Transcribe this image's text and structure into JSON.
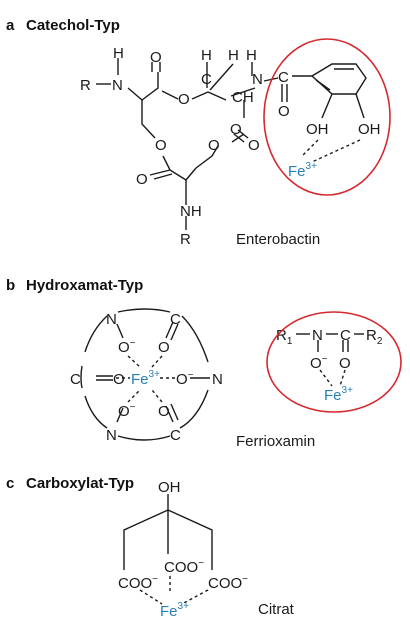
{
  "sections": [
    {
      "letter": "a",
      "title": "Catechol-Typ",
      "caption": "Enterobactin"
    },
    {
      "letter": "b",
      "title": "Hydroxamat-Typ",
      "caption": "Ferrioxamin"
    },
    {
      "letter": "c",
      "title": "Carboxylat-Typ",
      "caption": "Citrat"
    }
  ],
  "atoms": {
    "H": "H",
    "R": "R",
    "N": "N",
    "O": "O",
    "C": "C",
    "NH": "NH",
    "OH": "OH",
    "Fe": "Fe",
    "Fe_charge": "3+",
    "O_minus": "O",
    "minus": "−",
    "COO": "COO",
    "R1": "R",
    "R2": "R",
    "sub1": "1",
    "sub2": "2"
  },
  "colors": {
    "iron": "#2a7fb8",
    "highlight": "#d42a2f"
  }
}
